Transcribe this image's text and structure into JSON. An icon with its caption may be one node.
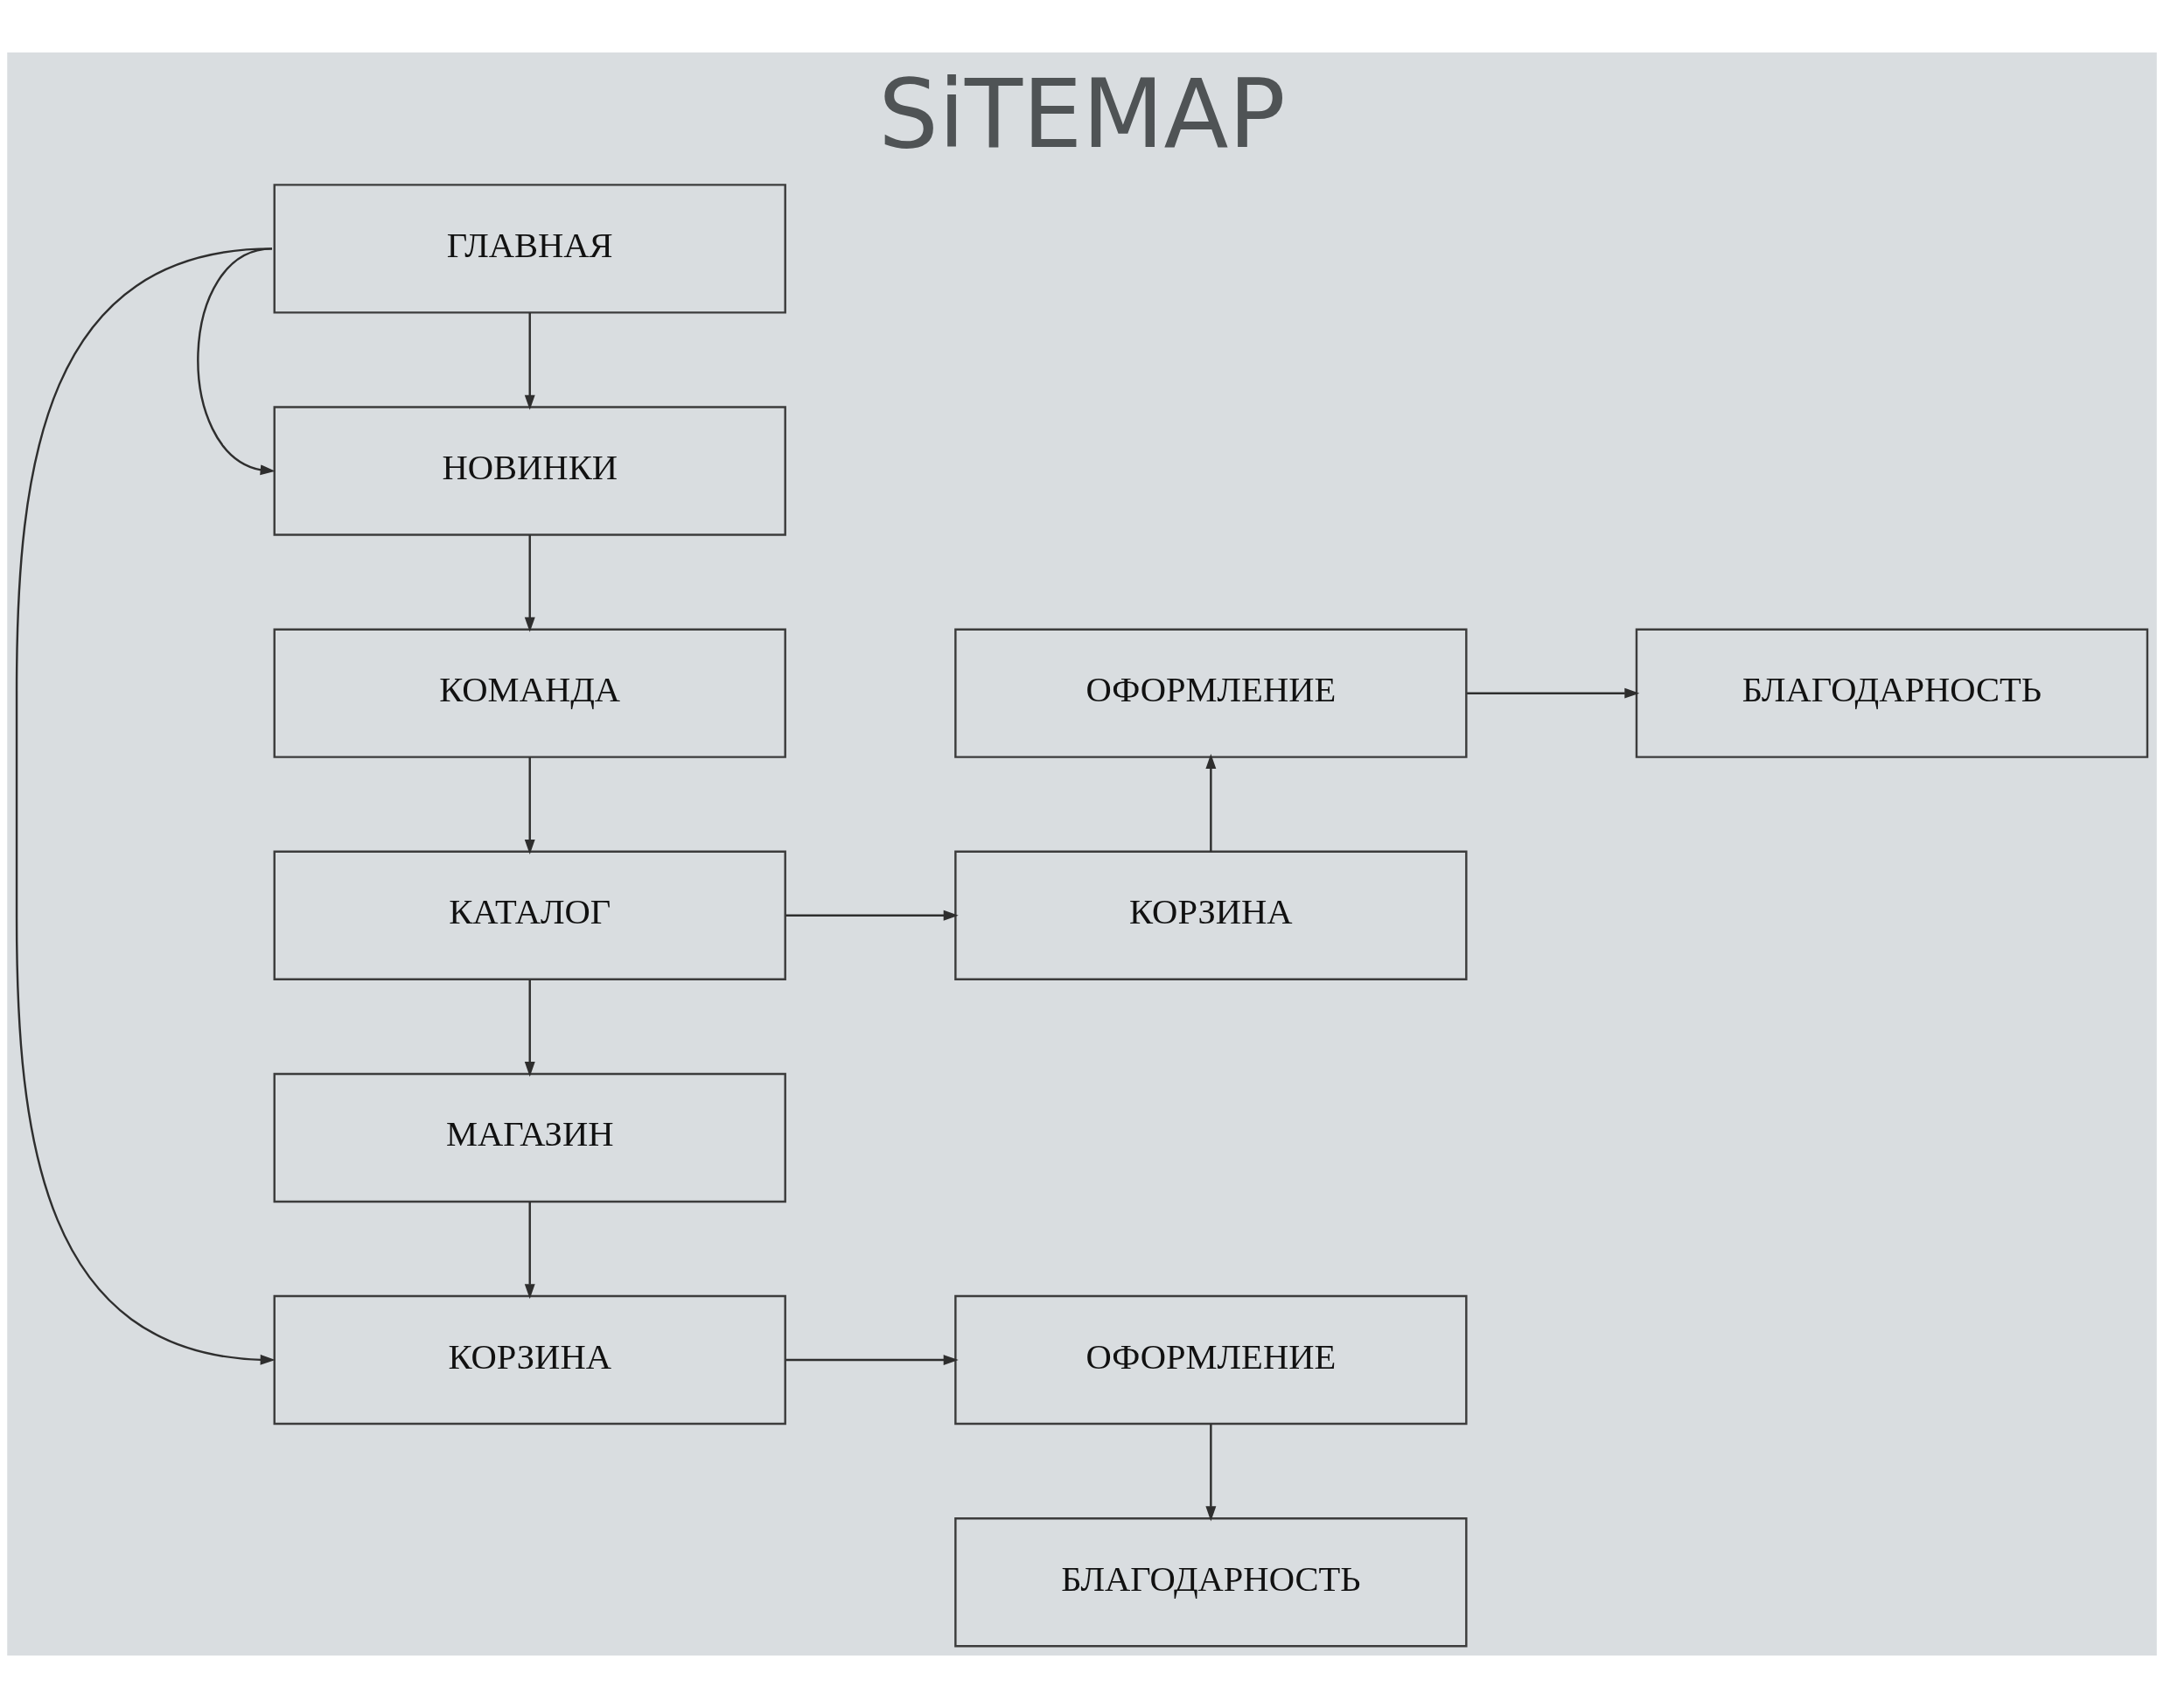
{
  "diagram": {
    "title": "SiTEMAP",
    "nodes": [
      {
        "text": [
          "ГЛАВНАЯ"
        ]
      },
      {
        "text": [
          "НОВИНКИ"
        ]
      },
      {
        "text": [
          "КОМАНДА"
        ]
      },
      {
        "text": [
          "ОФОРМЛЕНИЕ"
        ]
      },
      {
        "text": [
          "БЛАГОДАРНОСТЬ"
        ]
      },
      {
        "text": [
          "КАТАЛОГ"
        ]
      },
      {
        "text": [
          "КОРЗИНА"
        ]
      },
      {
        "text": [
          "МАГАЗИН"
        ]
      },
      {
        "text": [
          "КОРЗИНА"
        ]
      },
      {
        "text": [
          "ОФОРМЛЕНИЕ"
        ]
      },
      {
        "text": [
          "БЛАГОДАРНОСТЬ"
        ]
      }
    ],
    "edges": [
      {
        "from": 0,
        "to": 1,
        "arrow": "to"
      },
      {
        "from": 0,
        "to": 8,
        "arrow": "to"
      },
      {
        "from": 0,
        "to": 1,
        "arrow": "to"
      },
      {
        "from": 1,
        "to": 2,
        "arrow": "to"
      },
      {
        "from": 2,
        "to": 5,
        "arrow": "to"
      },
      {
        "from": 5,
        "to": 7,
        "arrow": "to"
      },
      {
        "from": 7,
        "to": 8,
        "arrow": "to"
      },
      {
        "from": 5,
        "to": 6,
        "arrow": "to"
      },
      {
        "from": 6,
        "to": 3,
        "arrow": "to"
      },
      {
        "from": 3,
        "to": 4,
        "arrow": "to"
      },
      {
        "from": 8,
        "to": 9,
        "arrow": "to"
      },
      {
        "from": 9,
        "to": 10,
        "arrow": "to"
      }
    ]
  }
}
